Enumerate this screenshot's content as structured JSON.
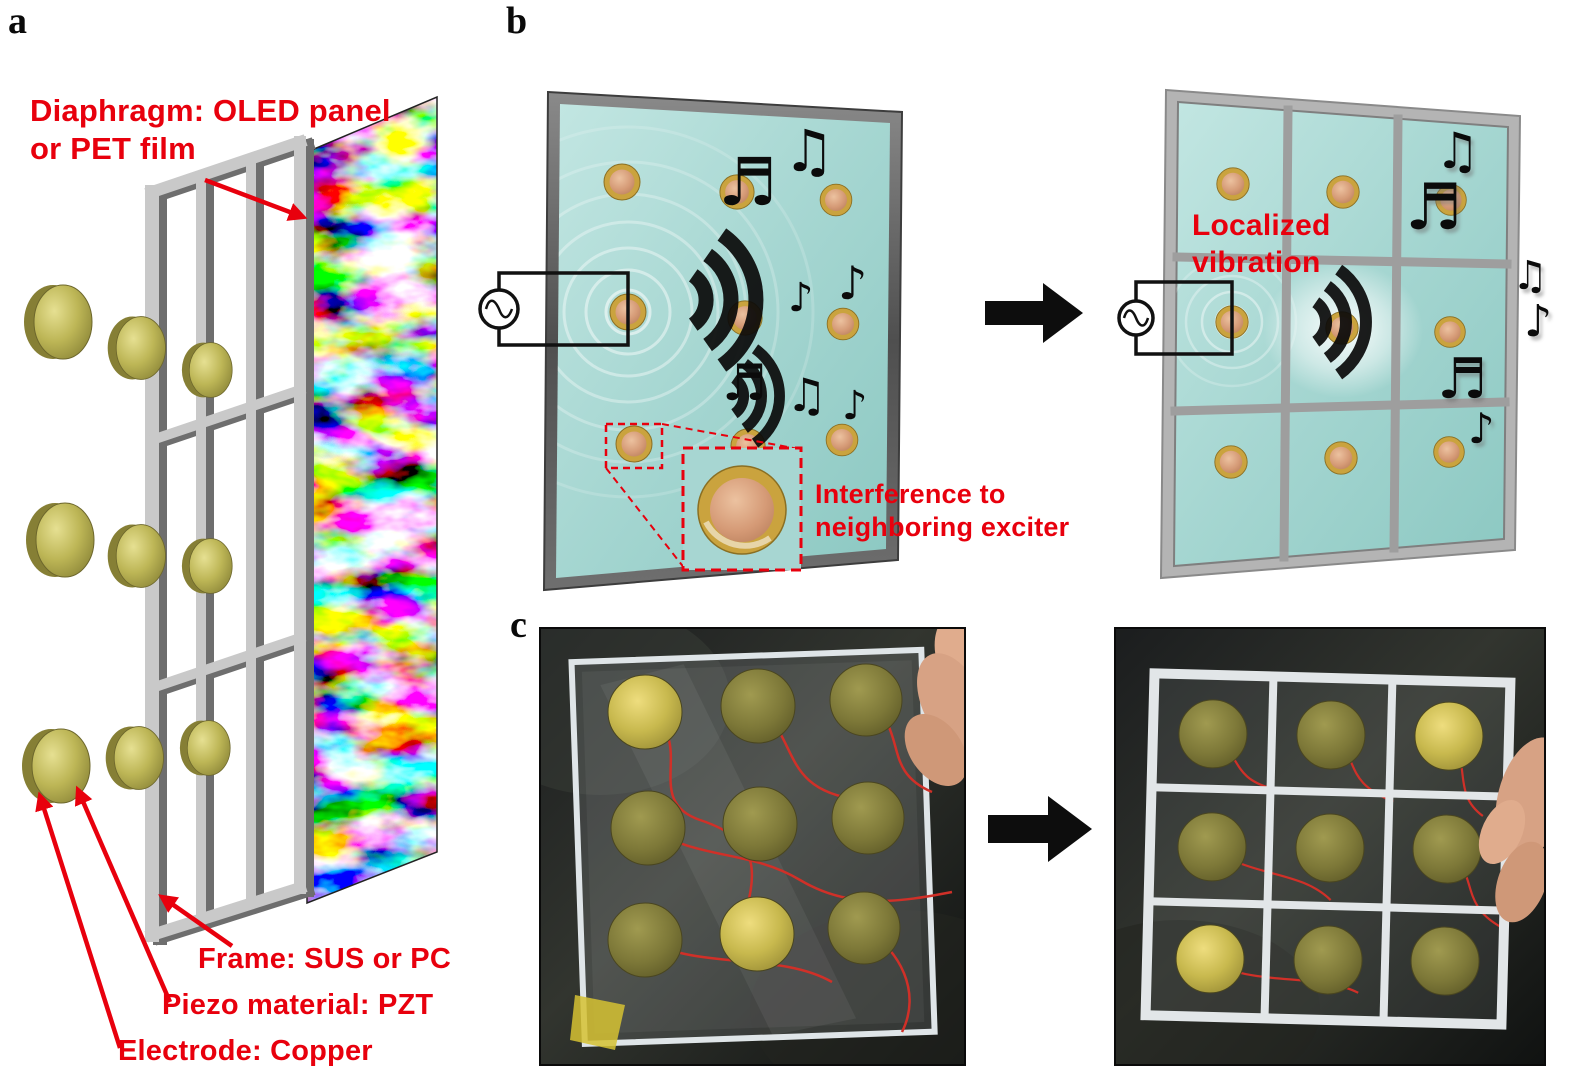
{
  "panels": {
    "a": "a",
    "b": "b",
    "c": "c"
  },
  "panel_a": {
    "diaphragm_label": "Diaphragm: OLED panel\nor PET film",
    "frame_label": "Frame: SUS or PC",
    "piezo_label": "Piezo material: PZT",
    "electrode_label": "Electrode: Copper"
  },
  "panel_b": {
    "interference_label": "Interference to\nneighboring exciter",
    "localized_label": "Localized\nvibration"
  },
  "music": {
    "clef": "♬",
    "beamed": "♫",
    "eighth": "♪"
  },
  "colors": {
    "annotation_red": "#e8000d",
    "board_teal": "#a5d6d1",
    "exciter_copper": "#d59a76",
    "exciter_gold_ring": "#caa33e",
    "piezo_olive": "#bdb656",
    "frame_gray": "#c9c9c9",
    "dark_frame_gray": "#5a5a5a"
  }
}
